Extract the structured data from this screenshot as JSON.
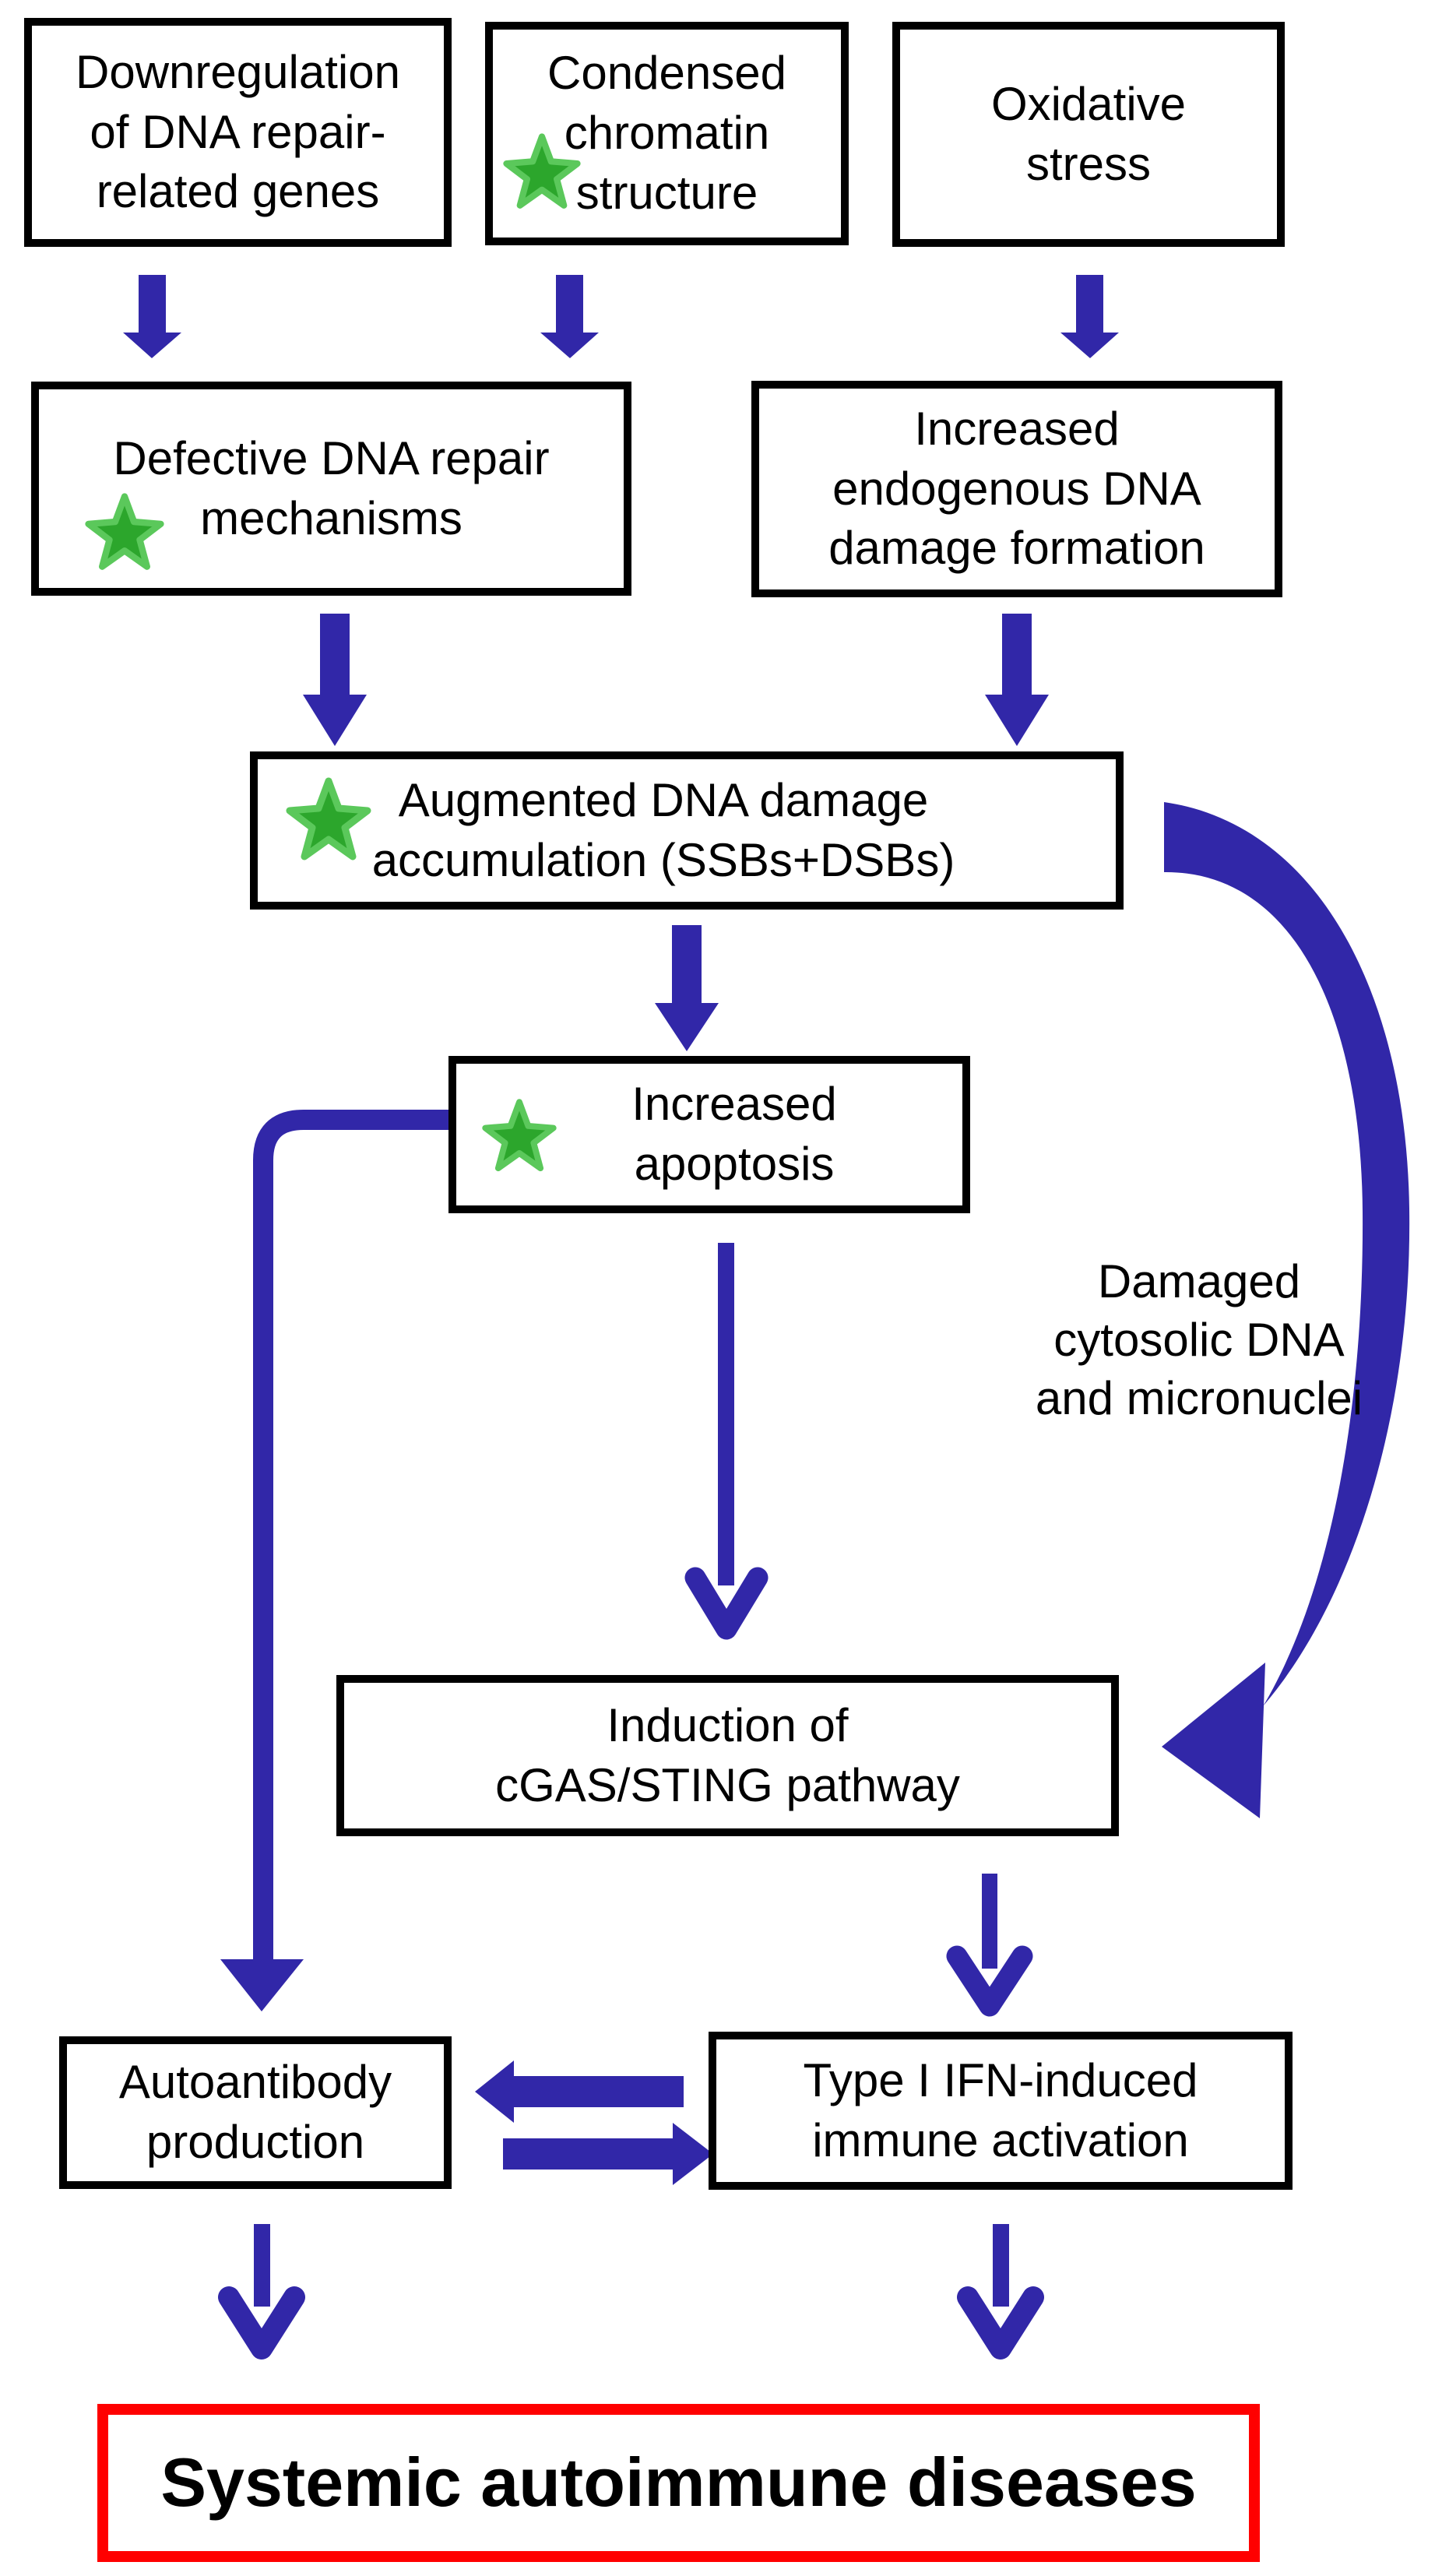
{
  "diagram": {
    "nodes": {
      "downregulation": {
        "lines": [
          "Downregulation",
          "of DNA repair-",
          "related genes"
        ],
        "starred": false
      },
      "condensed": {
        "lines": [
          "Condensed",
          "chromatin",
          "structure"
        ],
        "starred": true
      },
      "oxidative": {
        "lines": [
          "Oxidative",
          "stress"
        ],
        "starred": false
      },
      "defective": {
        "lines": [
          "Defective DNA repair",
          "mechanisms"
        ],
        "starred": true
      },
      "endogenous": {
        "lines": [
          "Increased",
          "endogenous DNA",
          "damage formation"
        ],
        "starred": false
      },
      "augmented": {
        "lines": [
          "Augmented DNA damage",
          "accumulation (SSBs+DSBs)"
        ],
        "starred": true
      },
      "apoptosis": {
        "lines": [
          "Increased",
          "apoptosis"
        ],
        "starred": true
      },
      "cgas": {
        "lines": [
          "Induction of",
          "cGAS/STING pathway"
        ],
        "starred": false
      },
      "autoantibody": {
        "lines": [
          "Autoantibody",
          "production"
        ],
        "starred": false
      },
      "ifn": {
        "lines": [
          "Type I IFN-induced",
          "immune activation"
        ],
        "starred": false
      },
      "systemic": {
        "lines": [
          "Systemic autoimmune diseases"
        ],
        "starred": false
      }
    },
    "labels": {
      "cytosolic": {
        "lines": [
          "Damaged",
          "cytosolic DNA",
          "and  micronuclei"
        ]
      }
    },
    "colors": {
      "arrow": "#3127A8",
      "star_fill": "#2CA62C",
      "star_edge": "#5BC85B",
      "alert_border": "#FF0000",
      "box_border": "#000000"
    }
  }
}
